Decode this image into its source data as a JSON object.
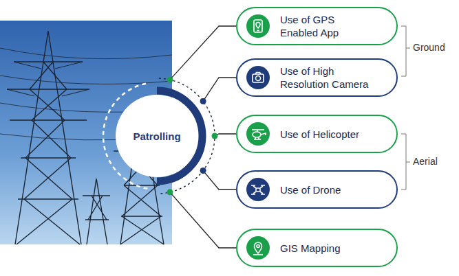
{
  "diagram": {
    "nodes": [
      {
        "text": [
          "Patrolling"
        ]
      },
      {
        "text": [
          "Use of GPS Enabled App"
        ]
      },
      {
        "text": [
          "Use of High Resolution Camera"
        ]
      },
      {
        "text": [
          "Use of Helicopter"
        ]
      },
      {
        "text": [
          "Use of Drone"
        ]
      },
      {
        "text": [
          "GIS Mapping"
        ]
      }
    ],
    "edges": [
      {
        "from": 0,
        "to": 1,
        "arrow": "none"
      },
      {
        "from": 0,
        "to": 2,
        "arrow": "none"
      },
      {
        "from": 0,
        "to": 3,
        "arrow": "none"
      },
      {
        "from": 0,
        "to": 4,
        "arrow": "none"
      },
      {
        "from": 0,
        "to": 5,
        "arrow": "none"
      }
    ],
    "labels": [
      "Ground",
      "Aerial"
    ]
  }
}
